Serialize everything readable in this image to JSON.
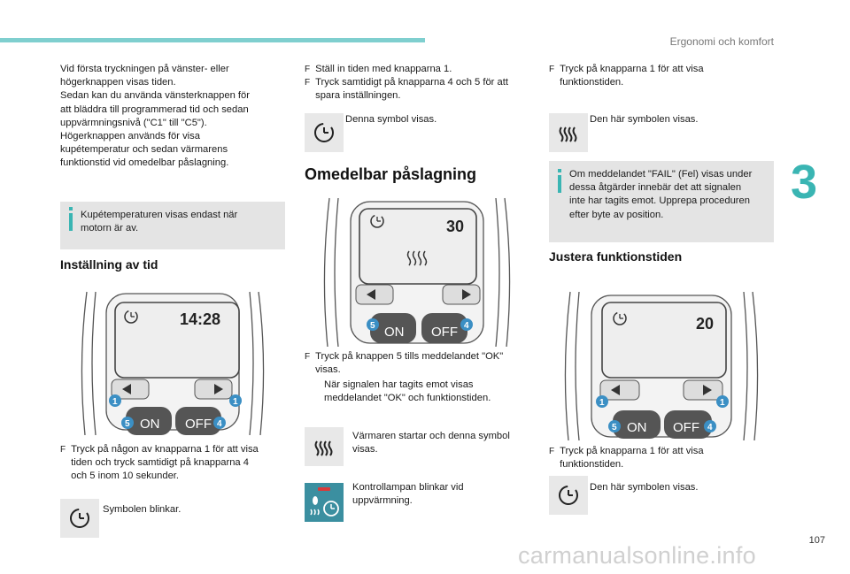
{
  "header": {
    "chapter_title": "Ergonomi och komfort",
    "chapter_number": "3",
    "page_number": "107"
  },
  "col1": {
    "intro": [
      "Vid första tryckningen på vänster- eller",
      "högerknappen visas tiden.",
      "Sedan kan du använda vänsterknappen för",
      "att bläddra till programmerad tid och sedan",
      "uppvärmningsnivå (\"C1\" till \"C5\").",
      "Högerknappen används för visa",
      "kupétemperatur och sedan värmarens",
      "funktionstid vid omedelbar påslagning."
    ],
    "info": [
      "Kupétemperaturen visas endast när",
      "motorn är av."
    ],
    "heading": "Inställning av tid",
    "device_display": "14:28",
    "bullet": [
      "Tryck på någon av knapparna 1 för att visa",
      "tiden och tryck samtidigt på knapparna 4",
      "och 5 inom 10 sekunder."
    ],
    "symbol_text": "Symbolen blinkar."
  },
  "col2": {
    "bullets": [
      [
        "Ställ in tiden med knapparna 1."
      ],
      [
        "Tryck samtidigt på knapparna 4 och 5 för att",
        "spara inställningen."
      ]
    ],
    "symbol_text": "Denna symbol visas.",
    "heading": "Omedelbar påslagning",
    "device_display": "30",
    "bullet": [
      "Tryck på knappen 5 tills meddelandet \"OK\"",
      "visas."
    ],
    "sub": [
      "När signalen har tagits emot visas",
      "meddelandet \"OK\" och funktionstiden."
    ],
    "heater_text": [
      "Värmaren startar och denna symbol",
      "visas."
    ],
    "lamp_text": [
      "Kontrollampan blinkar vid",
      "uppvärmning."
    ]
  },
  "col3": {
    "bullet": [
      "Tryck på knapparna 1 för att visa",
      "funktionstiden."
    ],
    "symbol_text": "Den här symbolen visas.",
    "info": [
      "Om meddelandet \"FAIL\" (Fel) visas under",
      "dessa åtgärder innebär det att signalen",
      "inte har tagits emot. Upprepa proceduren",
      "efter byte av position."
    ],
    "heading": "Justera funktionstiden",
    "device_display": "20"
  },
  "remote": {
    "on_label": "ON",
    "off_label": "OFF",
    "b1": "1",
    "b4": "4",
    "b5": "5"
  },
  "watermark": "carmanualsonline.info",
  "colors": {
    "teal": "#3ab5b3",
    "badge": "#3b8fc4",
    "grey_box": "#e4e4e4"
  }
}
